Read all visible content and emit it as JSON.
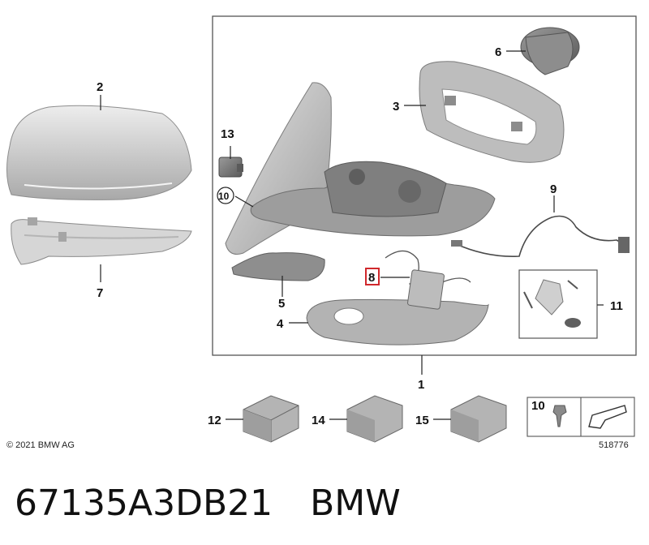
{
  "callouts": {
    "c1": "1",
    "c2": "2",
    "c3": "3",
    "c4": "4",
    "c5": "5",
    "c6": "6",
    "c7": "7",
    "c8": "8",
    "c9": "9",
    "c10": "10",
    "c11": "11",
    "c12": "12",
    "c13": "13",
    "c14": "14",
    "c15": "15"
  },
  "legend": {
    "screw_number": "10"
  },
  "copyright": "© 2021 BMW AG",
  "reference_number": "518776",
  "caption": {
    "part_number": "67135A3DB21",
    "brand": "BMW"
  },
  "colors": {
    "part_fill": "#c8c8c8",
    "highlight_box": "#d0282c",
    "frame": "#555555"
  }
}
